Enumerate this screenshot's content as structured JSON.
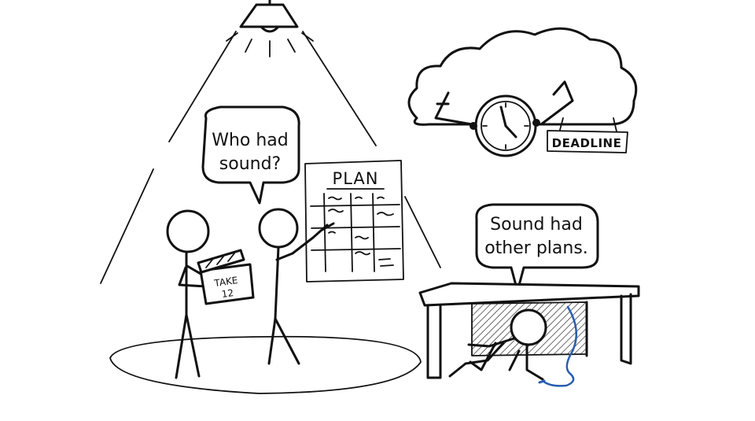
{
  "bubble_left": {
    "line1": "Who had",
    "line2": "sound?"
  },
  "bubble_right": {
    "line1": "Sound had",
    "line2": "other plans."
  },
  "plan_board": {
    "title": "PLAN"
  },
  "clock_sign": {
    "label": "DEADLINE"
  },
  "clapperboard": {
    "line1": "TAKE",
    "line2": "12"
  },
  "colors": {
    "ink": "#111111",
    "cable": "#2a5db0",
    "background": "#ffffff"
  }
}
